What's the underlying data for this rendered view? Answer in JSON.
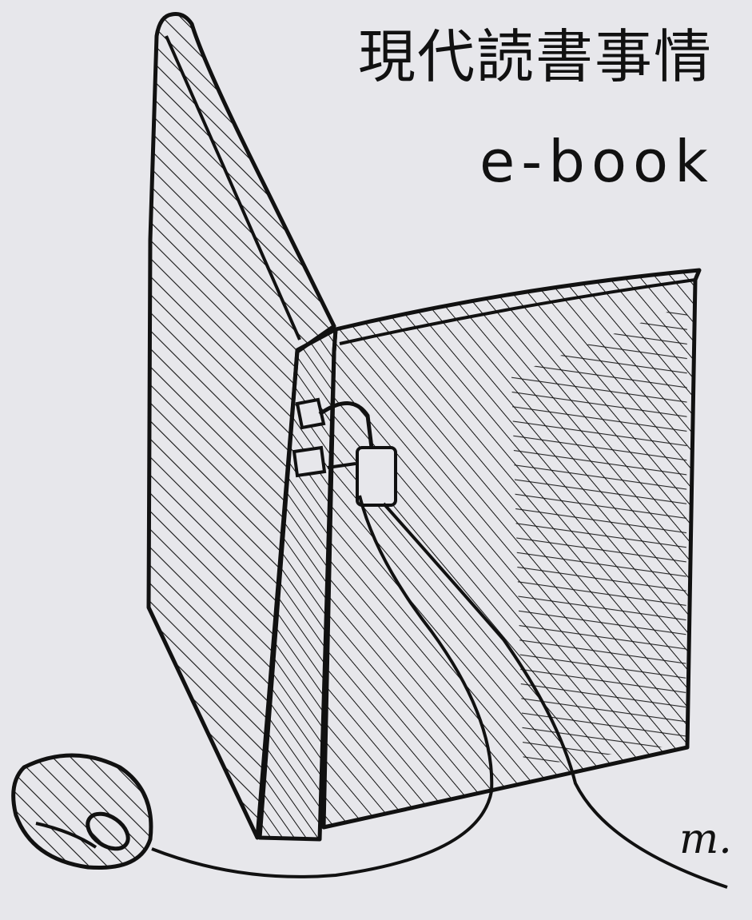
{
  "title": "現代読書事情",
  "subtitle": "e-book",
  "signature": "m.",
  "colors": {
    "paper": "#e7e7eb",
    "ink": "#111111"
  }
}
